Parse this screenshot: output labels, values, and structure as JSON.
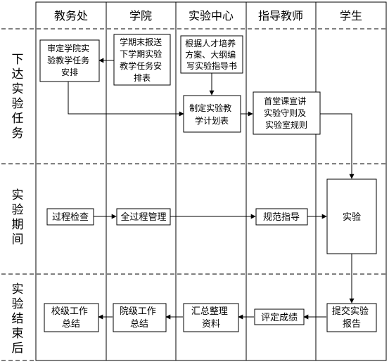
{
  "lanes": [
    "教务处",
    "学院",
    "实验中心",
    "指导教师",
    "学生"
  ],
  "phases": [
    {
      "label": "下达实验任务",
      "chars": [
        "下",
        "达",
        "实",
        "验",
        "任",
        "务"
      ]
    },
    {
      "label": "实验期间",
      "chars": [
        "实",
        "验",
        "期",
        "间"
      ]
    },
    {
      "label": "实验结束后",
      "chars": [
        "实",
        "验",
        "结",
        "束",
        "后"
      ]
    }
  ],
  "nodes": {
    "task_arrange": [
      "审定学院实",
      "验教学任务",
      "安排"
    ],
    "submit_plan": [
      "学期末报送",
      "下学期实验",
      "教学任务安",
      "排表"
    ],
    "write_guide": [
      "根据人才培养",
      "方案、大纲编",
      "写实验指导书"
    ],
    "make_plan": [
      "制定实验教",
      "学计划表"
    ],
    "first_class": [
      "首堂课宣讲",
      "实验守则及",
      "实验室规则"
    ],
    "process_check": [
      "过程检查"
    ],
    "full_manage": [
      "全过程管理"
    ],
    "norm_guide": [
      "规范指导"
    ],
    "experiment": [
      "实验"
    ],
    "school_summary": [
      "校级工作",
      "总结"
    ],
    "college_summary": [
      "院级工作",
      "总结"
    ],
    "collect_data": [
      "汇总整理",
      "资料"
    ],
    "grade": [
      "评定成绩"
    ],
    "submit_report": [
      "提交实验",
      "报告"
    ]
  }
}
